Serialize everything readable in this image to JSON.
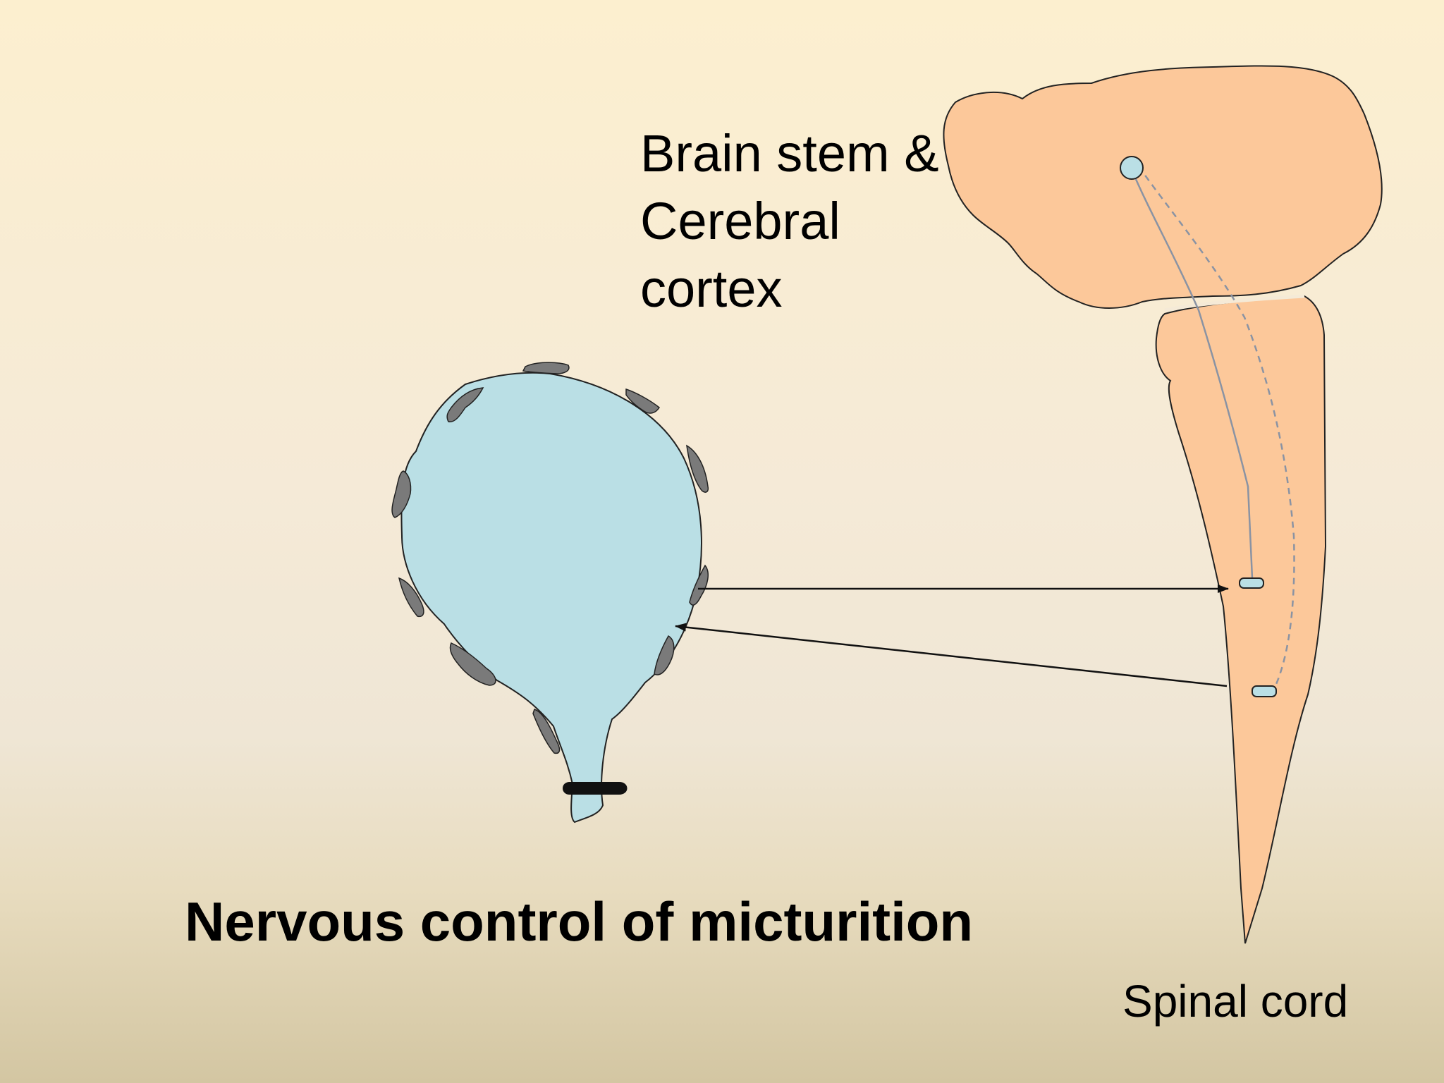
{
  "labels": {
    "brain": [
      "Brain stem &",
      "Cerebral",
      "cortex"
    ],
    "spinal_cord": "Spinal cord",
    "title": "Nervous control of micturition"
  },
  "colors": {
    "bladder": "#badfe5",
    "nervous_tissue": "#fcc89a",
    "muscle": "#7a7a7a",
    "sphincter": "#111111",
    "outline": "#222222",
    "pathway": "#8a93a3"
  }
}
